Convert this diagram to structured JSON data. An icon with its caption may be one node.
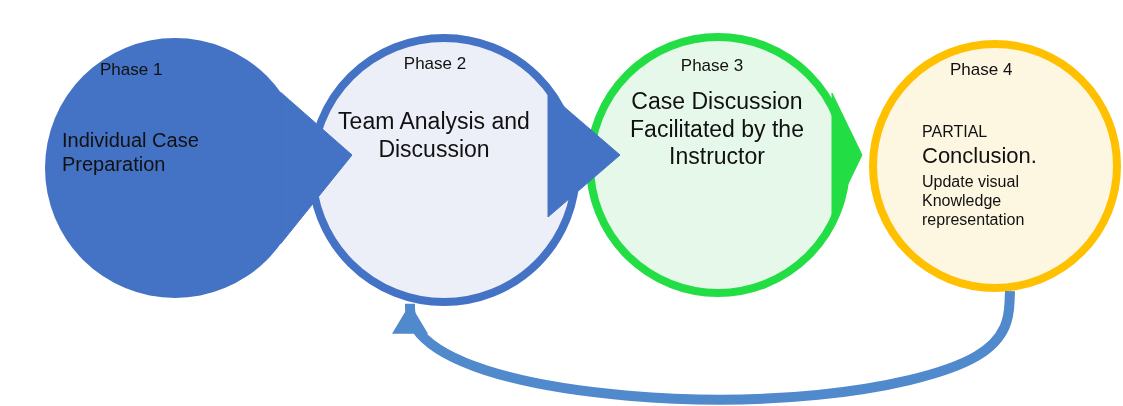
{
  "diagram": {
    "nodes": [
      {
        "text": [
          "Phase 1",
          "Individual Case Preparation"
        ]
      },
      {
        "text": [
          "Phase 2",
          "Team Analysis and Discussion"
        ]
      },
      {
        "text": [
          "Phase 3",
          "Case Discussion Facilitated by the Instructor"
        ]
      },
      {
        "text": [
          "Phase 4",
          "PARTIAL",
          "Conclusion.",
          "Update visual Knowledge representation"
        ]
      }
    ],
    "edges": [
      {
        "from": 0,
        "to": 1,
        "arrow": "to"
      },
      {
        "from": 1,
        "to": 2,
        "arrow": "to"
      },
      {
        "from": 2,
        "to": 3,
        "arrow": "to",
        "color": "#22dd44"
      },
      {
        "from": 3,
        "to": 1,
        "arrow": "to",
        "color": "#5089cc"
      }
    ]
  }
}
